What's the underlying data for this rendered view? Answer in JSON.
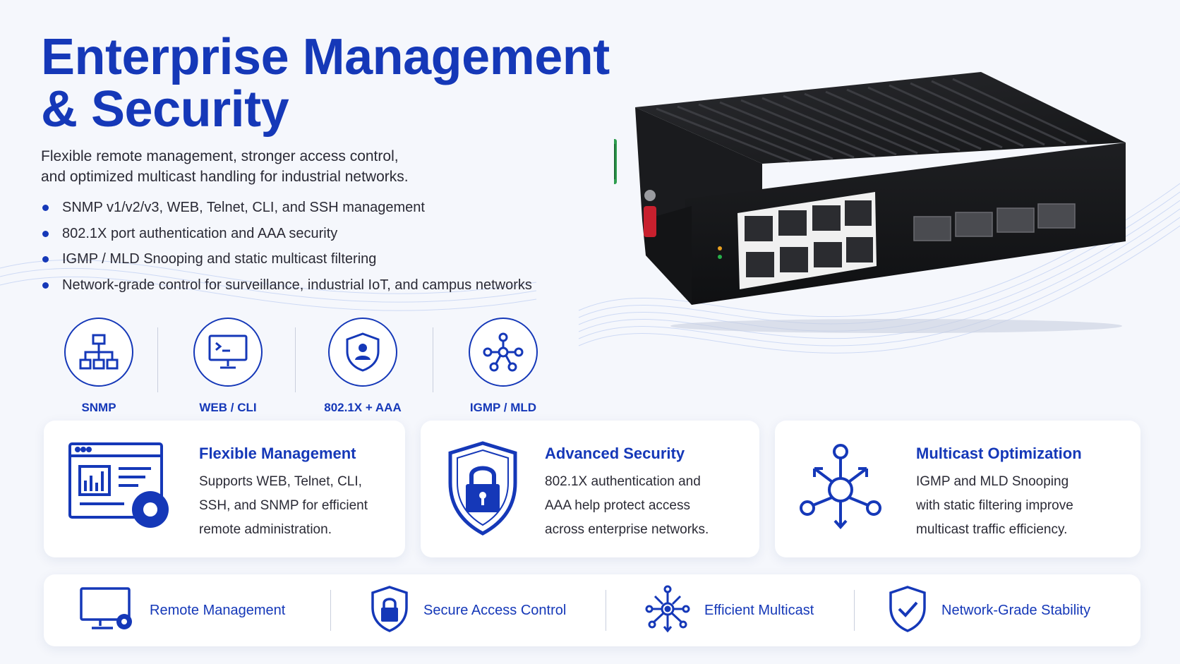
{
  "header": {
    "title_line1": "Enterprise Management",
    "title_line2": "& Security",
    "subtitle_line1": "Flexible remote management, stronger access control,",
    "subtitle_line2": "and optimized multicast handling for industrial networks."
  },
  "bullets": [
    "SNMP v1/v2/v3, WEB, Telnet, CLI, and SSH management",
    "802.1X port authentication and AAA security",
    "IGMP / MLD Snooping and static multicast filtering",
    "Network-grade control for surveillance, industrial IoT, and campus networks"
  ],
  "feature_icons": [
    {
      "label": "SNMP",
      "icon": "network-hierarchy-icon"
    },
    {
      "label": "WEB / CLI",
      "icon": "monitor-terminal-icon"
    },
    {
      "label": "802.1X + AAA",
      "icon": "shield-user-icon"
    },
    {
      "label": "IGMP / MLD",
      "icon": "multicast-nodes-icon"
    }
  ],
  "cards": [
    {
      "title": "Flexible Management",
      "desc": [
        "Supports WEB, Telnet, CLI,",
        "SSH, and SNMP for efficient",
        "remote administration."
      ],
      "icon": "dashboard-gear-icon"
    },
    {
      "title": "Advanced Security",
      "desc": [
        "802.1X authentication and",
        "AAA help protect access",
        "across enterprise networks."
      ],
      "icon": "shield-lock-icon"
    },
    {
      "title": "Multicast Optimization",
      "desc": [
        "IGMP and MLD Snooping",
        "with static filtering improve",
        "multicast traffic efficiency."
      ],
      "icon": "multicast-hub-icon"
    }
  ],
  "bottom_bar": [
    {
      "label": "Remote Management",
      "icon": "monitor-gear-icon"
    },
    {
      "label": "Secure Access Control",
      "icon": "shield-lock-icon"
    },
    {
      "label": "Efficient Multicast",
      "icon": "multicast-hub-icon"
    },
    {
      "label": "Network-Grade Stability",
      "icon": "shield-check-icon"
    }
  ],
  "colors": {
    "brand_blue": "#1538b8",
    "text_dark": "#2a2a35",
    "background": "#f5f7fc",
    "device_body": "#1b1c1f",
    "terminal_green": "#2e9e4f",
    "ground_red": "#c8202e"
  }
}
